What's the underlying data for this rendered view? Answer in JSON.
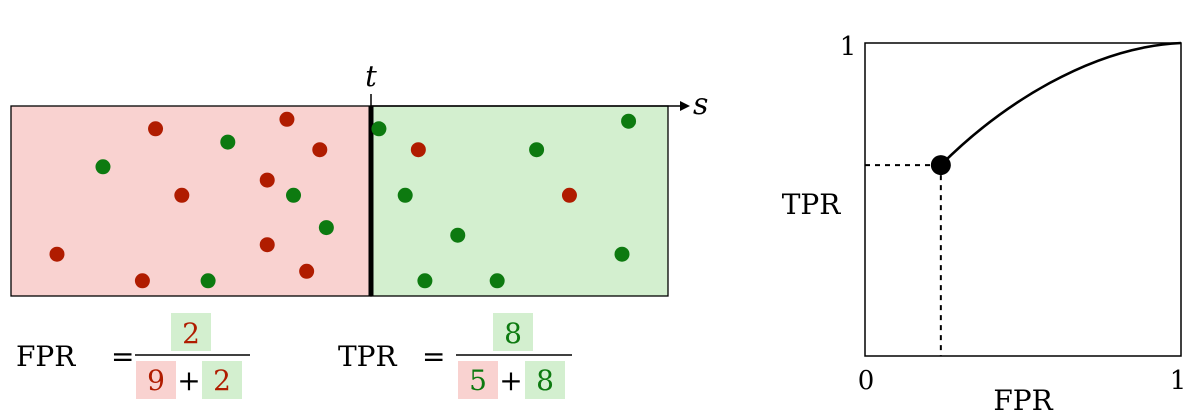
{
  "axis": {
    "threshold_label": "t",
    "score_label": "s"
  },
  "colors": {
    "neg_region": "#f9d2d0",
    "pos_region": "#d3efcf",
    "red_point": "#b01c00",
    "green_point": "#0d7a10",
    "line": "#000000"
  },
  "points": {
    "negative_side": [
      {
        "color": "red",
        "s": 0.22,
        "v": 0.88
      },
      {
        "color": "red",
        "s": 0.42,
        "v": 0.93
      },
      {
        "color": "green",
        "s": 0.33,
        "v": 0.81
      },
      {
        "color": "red",
        "s": 0.47,
        "v": 0.77
      },
      {
        "color": "green",
        "s": 0.14,
        "v": 0.68
      },
      {
        "color": "red",
        "s": 0.39,
        "v": 0.61
      },
      {
        "color": "red",
        "s": 0.26,
        "v": 0.53
      },
      {
        "color": "green",
        "s": 0.43,
        "v": 0.53
      },
      {
        "color": "green",
        "s": 0.48,
        "v": 0.36
      },
      {
        "color": "red",
        "s": 0.39,
        "v": 0.27
      },
      {
        "color": "red",
        "s": 0.07,
        "v": 0.22
      },
      {
        "color": "red",
        "s": 0.45,
        "v": 0.13
      },
      {
        "color": "red",
        "s": 0.2,
        "v": 0.08
      },
      {
        "color": "green",
        "s": 0.3,
        "v": 0.08
      }
    ],
    "positive_side": [
      {
        "color": "green",
        "s": 0.56,
        "v": 0.88
      },
      {
        "color": "red",
        "s": 0.62,
        "v": 0.77
      },
      {
        "color": "green",
        "s": 0.8,
        "v": 0.77
      },
      {
        "color": "green",
        "s": 0.94,
        "v": 0.92
      },
      {
        "color": "green",
        "s": 0.6,
        "v": 0.53
      },
      {
        "color": "red",
        "s": 0.85,
        "v": 0.53
      },
      {
        "color": "green",
        "s": 0.68,
        "v": 0.32
      },
      {
        "color": "green",
        "s": 0.93,
        "v": 0.22
      },
      {
        "color": "green",
        "s": 0.63,
        "v": 0.08
      },
      {
        "color": "green",
        "s": 0.74,
        "v": 0.08
      }
    ]
  },
  "fpr_formula": {
    "label": "FPR",
    "eq": "=",
    "numerator": "2",
    "denom_a": "9",
    "plus": "+",
    "denom_b": "2"
  },
  "tpr_formula": {
    "label": "TPR",
    "eq": "=",
    "numerator": "8",
    "denom_a": "5",
    "plus": "+",
    "denom_b": "8"
  },
  "roc": {
    "y_label": "TPR",
    "x_label": "FPR",
    "tick_0": "0",
    "tick_1_x": "1",
    "tick_1_y": "1",
    "point": {
      "fpr": 0.24,
      "tpr": 0.61
    }
  }
}
